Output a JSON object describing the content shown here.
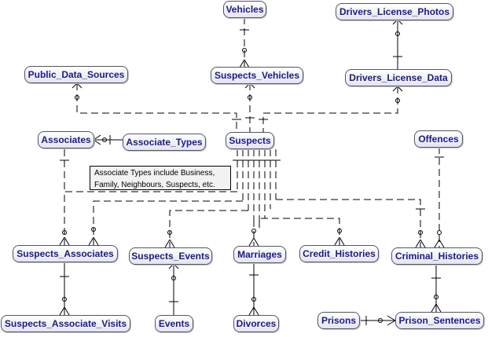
{
  "entities": {
    "vehicles": "Vehicles",
    "drivers_license_photos": "Drivers_License_Photos",
    "public_data_sources": "Public_Data_Sources",
    "suspects_vehicles": "Suspects_Vehicles",
    "drivers_license_data": "Drivers_License_Data",
    "associates": "Associates",
    "associate_types": "Associate_Types",
    "suspects": "Suspects",
    "offences": "Offences",
    "suspects_associates": "Suspects_Associates",
    "suspects_events": "Suspects_Events",
    "marriages": "Marriages",
    "credit_histories": "Credit_Histories",
    "criminal_histories": "Criminal_Histories",
    "suspects_associate_visits": "Suspects_Associate_Visits",
    "events": "Events",
    "divorces": "Divorces",
    "prisons": "Prisons",
    "prison_sentences": "Prison_Sentences"
  },
  "note": {
    "line1": "Associate Types include Business,",
    "line2": "Family, Neighbours, Suspects, etc."
  },
  "colors": {
    "entity_text": "#1a1a8c",
    "line": "#000000"
  }
}
